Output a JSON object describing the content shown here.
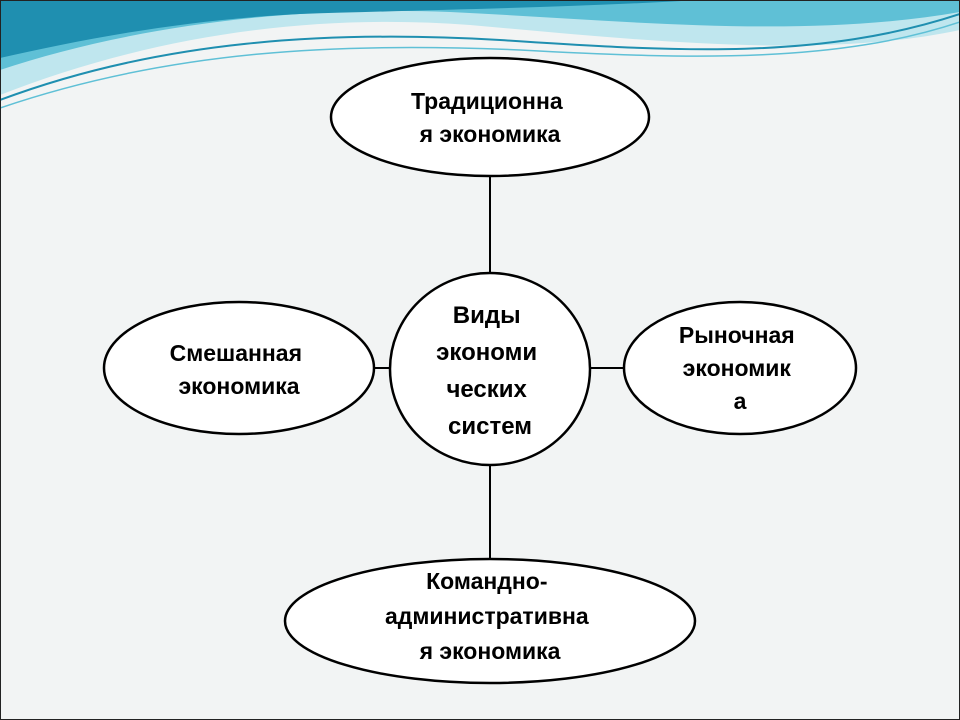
{
  "diagram": {
    "center": {
      "lines": [
        "Виды",
        "экономи",
        "ческих",
        "систем"
      ]
    },
    "top": {
      "lines": [
        "Традиционна",
        "я экономика"
      ]
    },
    "left": {
      "lines": [
        "Смешанная",
        "экономика"
      ]
    },
    "right": {
      "lines": [
        "Рыночная",
        "экономик",
        "а"
      ]
    },
    "bottom": {
      "lines": [
        "Командно-",
        "административна",
        "я экономика"
      ]
    }
  },
  "colors": {
    "wave_dark": "#1f8fb0",
    "wave_mid": "#5fc0d6",
    "wave_light": "#bfe6ee",
    "stroke": "#000000",
    "node_fill": "#ffffff"
  }
}
